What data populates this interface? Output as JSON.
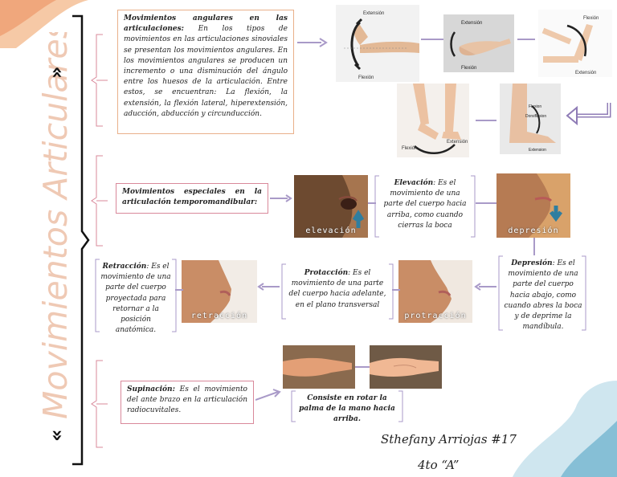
{
  "title": "Movimientos Articulares",
  "title_marks": {
    "open": "«",
    "close": "»"
  },
  "sections": {
    "angular": {
      "label": "Movimientos angulares en las articulaciones:",
      "text": "En los tipos de movimientos en las articulaciones sinoviales se presentan los movimientos angulares. En los movimientos angulares se producen un incremento o una disminución del ángulo entre los huesos de la articulación. Entre estos, se encuentran: La flexión, la extensión, la flexión lateral, hiperextensión, aducción, abducción y circunducción."
    },
    "special": {
      "label": "Movimientos especiales en la articulación temporomandibular:",
      "elevation": {
        "term": "Elevación",
        "text": ": Es el movimiento de una parte del cuerpo hacia arriba, como cuando cierras la boca"
      },
      "depression": {
        "term": "Depresión",
        "text": ": Es el movimiento de una parte del cuerpo hacia abajo, como cuando abres la boca y de deprime la mandíbula."
      },
      "protraction": {
        "term": "Protacción",
        "text": ": Es el movimiento de una parte del cuerpo hacia adelante, en el plano transversal"
      },
      "retraction": {
        "term": "Retracción",
        "text": ": Es el movimiento de una parte del cuerpo proyectada para retornar a la posición anatómica."
      }
    },
    "supination": {
      "label": "Supinación:",
      "text": "Es el movimiento del ante brazo en la articulación radiocuvitales.",
      "definition": "Consiste en rotar la palma de la mano hacia arriba."
    }
  },
  "photo_captions": {
    "elevation": "elevación",
    "depression": "depresión",
    "protraction": "protracción",
    "retraction": "retracción"
  },
  "photo_labels": {
    "wrist_top": "Extensión",
    "wrist_bottom": "Flexión",
    "hand_top": "Extensión",
    "hand_bottom": "Flexión",
    "elbow_top": "Flexión",
    "elbow_bottom": "Extensión",
    "leg_left": "Flexión",
    "leg_right": "Extensión",
    "foot_top": "Flexion",
    "foot_mid": "Dorsiflexion",
    "foot_bottom": "Extension"
  },
  "author": {
    "name": "Sthefany Arriojas #17",
    "group": "4to “A”"
  },
  "colors": {
    "accent": "#a99ac8",
    "peach": "#e9b08a",
    "rose": "#d9889a",
    "title": "#efc9b4"
  }
}
